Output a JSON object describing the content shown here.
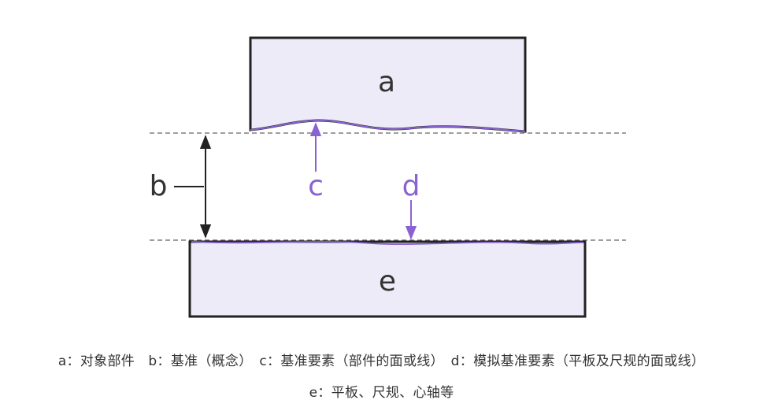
{
  "diagram": {
    "labels": {
      "a": "a",
      "b": "b",
      "c": "c",
      "d": "d",
      "e": "e"
    },
    "colors": {
      "box_fill": "#ecebf7",
      "box_stroke": "#222222",
      "dashed_line": "#666666",
      "accent": "#8a63d2",
      "text": "#333333"
    }
  },
  "legend": {
    "line1": "a：对象部件　b：基准（概念）　c：基准要素（部件的面或线）　d：模拟基准要素（平板及尺规的面或线）",
    "line2": "e：平板、尺规、心轴等"
  }
}
